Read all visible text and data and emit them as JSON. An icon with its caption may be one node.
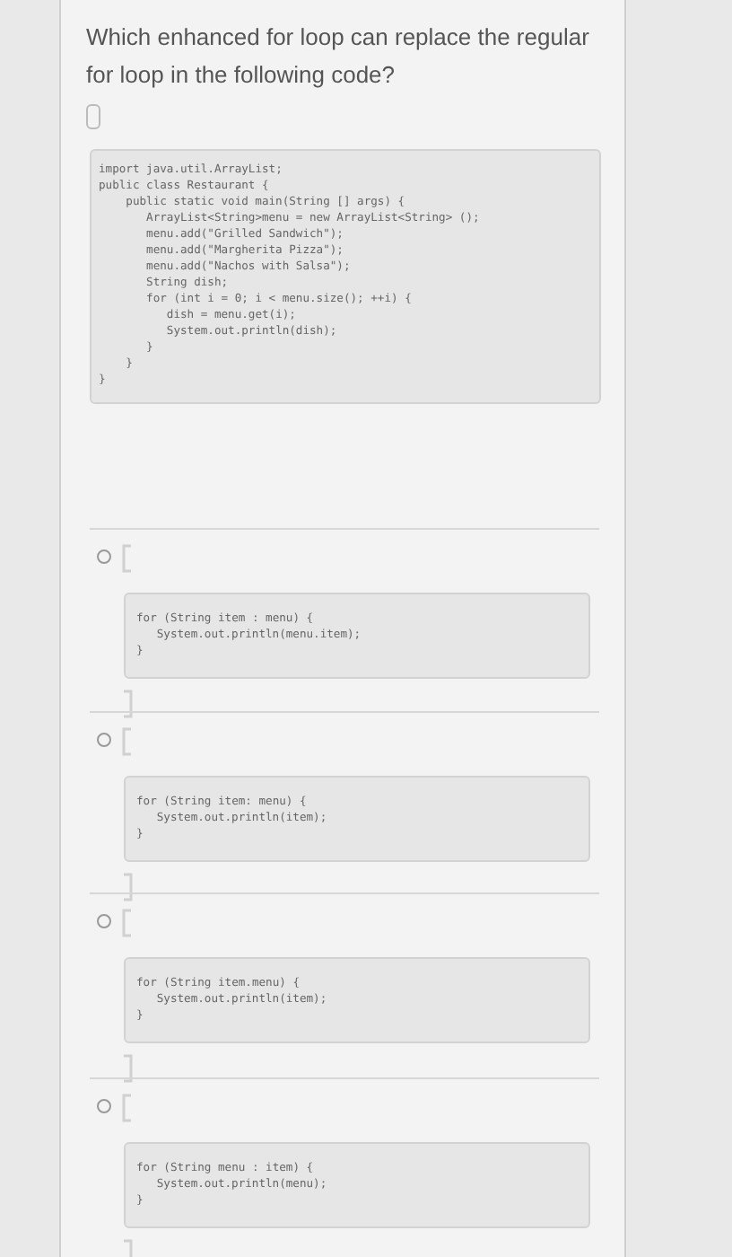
{
  "diagram": {
    "title": "Which enhanced for loop can replace the regular for loop in the following code?",
    "nodes": [
      {
        "text": [
          "import java.util.ArrayList;",
          "public class Restaurant {",
          "public static void main(String [] args) {",
          "ArrayList<String>menu = new ArrayList<String> ();",
          "menu.add(\"Grilled Sandwich\");",
          "menu.add(\"Margherita Pizza\");",
          "menu.add(\"Nachos with Salsa\");",
          "String dish;",
          "for (int i = 0; i < menu.size(); ++i) {",
          "dish = menu.get(i);",
          "System.out.println(dish);",
          "}",
          "}",
          "}"
        ]
      },
      {
        "text": [
          "for (String item : menu) {",
          "System.out.println(menu.item);",
          "}"
        ]
      },
      {
        "text": [
          "for (String item: menu) {",
          "System.out.println(item);",
          "}"
        ]
      },
      {
        "text": [
          "for (String item.menu) {",
          "System.out.println(item);",
          "}"
        ]
      },
      {
        "text": [
          "for (String menu : item) {",
          "System.out.println(menu);",
          "}"
        ]
      }
    ]
  }
}
